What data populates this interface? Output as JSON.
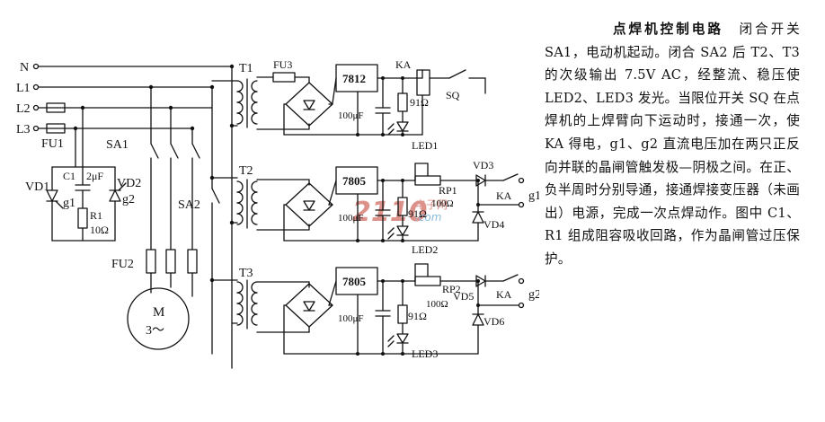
{
  "description": {
    "title": "点焊机控制电路",
    "body": "闭合开关 SA1，电动机起动。闭合 SA2 后 T2、T3 的次级输出 7.5V AC，经整流、稳压使 LED2、LED3 发光。当限位开关 SQ 在点焊机的上焊臂向下运动时，接通一次，使 KA 得电，g1、g2 直流电压加在两只正反向并联的晶闸管触发极—阴极之间。在正、负半周时分别导通，接通焊接变压器（未画出）电源，完成一次点焊动作。图中 C1、R1 组成阻容吸收回路，作为晶闸管过压保护。"
  },
  "diagram": {
    "lines": [
      "N",
      "L1",
      "L2",
      "L3"
    ],
    "fuses": {
      "line": "FU1",
      "motor": "FU2",
      "t1": "FU3"
    },
    "switches": {
      "sa1": "SA1",
      "sa2": "SA2",
      "sq": "SQ"
    },
    "transformers": [
      "T1",
      "T2",
      "T3"
    ],
    "regulators": [
      "7812",
      "7805",
      "7805"
    ],
    "relay": "KA",
    "capacitors": {
      "c1": "C1",
      "c1_value": "2μF",
      "filter": "100μF"
    },
    "resistors": {
      "r1": "R1",
      "r1_value": "10Ω",
      "led_res": "91Ω",
      "rp1": "RP1",
      "rp2": "RP2",
      "rp_value": "100Ω"
    },
    "leds": [
      "LED1",
      "LED2",
      "LED3"
    ],
    "diodes": [
      "VD1",
      "VD2",
      "VD3",
      "VD4",
      "VD5",
      "VD6"
    ],
    "gates": [
      "g1",
      "g2"
    ],
    "motor": {
      "label": "M",
      "phase": "3～"
    },
    "watermark": "2110 电子网 .com"
  }
}
